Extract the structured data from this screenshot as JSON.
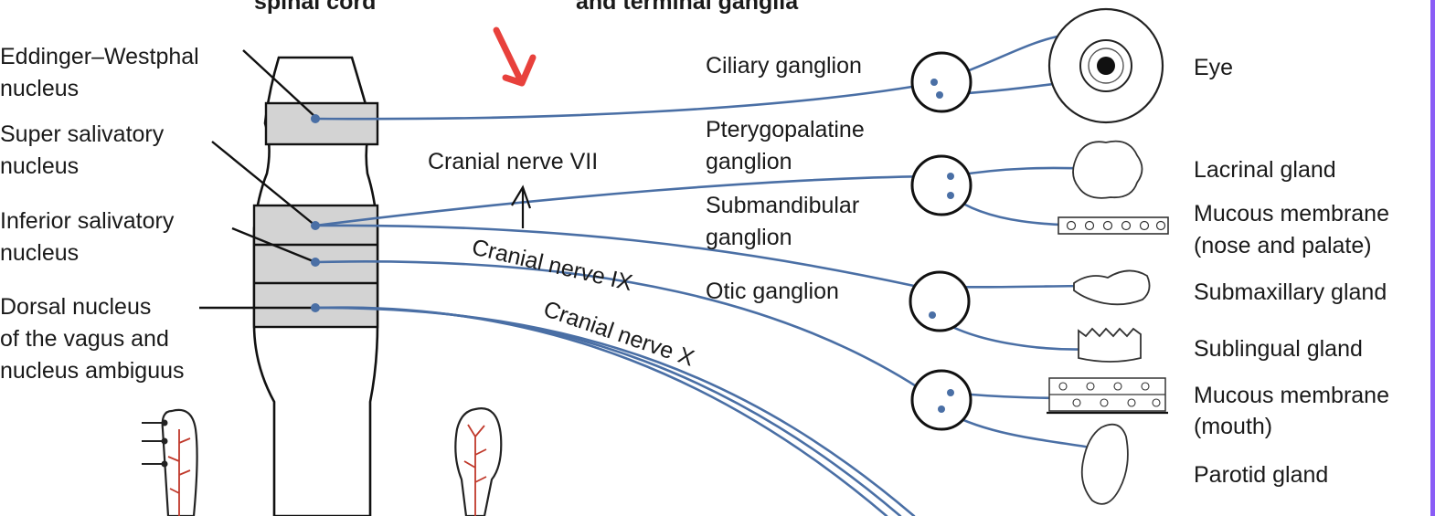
{
  "headers": {
    "left": "spinal cord",
    "right": "and terminal ganglia"
  },
  "nuclei": [
    {
      "id": "edinger",
      "line1": "Eddinger–Westphal",
      "line2": "nucleus"
    },
    {
      "id": "super",
      "line1": "Super salivatory",
      "line2": "nucleus"
    },
    {
      "id": "inferior",
      "line1": "Inferior salivatory",
      "line2": "nucleus"
    },
    {
      "id": "dorsal",
      "line1": "Dorsal nucleus",
      "line2": "of the vagus and",
      "line3": "nucleus ambiguus"
    }
  ],
  "nerves": {
    "vii": "Cranial nerve VII",
    "ix": "Cranial nerve IX",
    "x": "Cranial nerve X"
  },
  "ganglia": {
    "ciliary": "Ciliary ganglion",
    "ptery_line1": "Pterygopalatine",
    "ptery_line2": "ganglion",
    "submand_line1": "Submandibular",
    "submand_line2": "ganglion",
    "otic": "Otic ganglion"
  },
  "targets": {
    "eye": "Eye",
    "lacrimal": "Lacrinal gland",
    "mucous_nose_line1": "Mucous membrane",
    "mucous_nose_line2": "(nose and palate)",
    "submaxillary": "Submaxillary gland",
    "sublingual": "Sublingual gland",
    "mucous_mouth_line1": "Mucous membrane",
    "mucous_mouth_line2": "(mouth)",
    "parotid": "Parotid gland"
  },
  "colors": {
    "nerve": "#4a6fa5",
    "band": "#d3d3d3",
    "annotation_arrow": "#e8413c",
    "frame_border": "#8a5cf6",
    "capillary": "#c0392b"
  },
  "icons": {
    "annotation": "red-arrow-icon",
    "eye": "eye-icon"
  }
}
